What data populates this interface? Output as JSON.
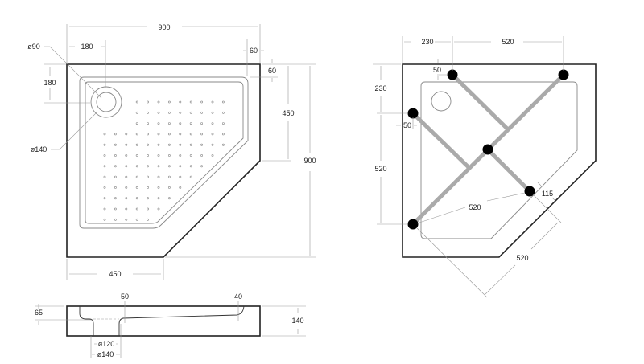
{
  "top_view": {
    "dim_width": "900",
    "dim_height": "900",
    "dim_drain_x": "180",
    "dim_drain_y": "180",
    "dim_rim_x": "60",
    "dim_rim_y": "60",
    "dim_side_right": "450",
    "dim_side_bottom": "450",
    "dim_drain_inner": "ø90",
    "dim_drain_outer": "ø140"
  },
  "frame_view": {
    "dim_top_left": "230",
    "dim_top_span": "520",
    "dim_left_top": "230",
    "dim_left_span": "520",
    "dim_foot_offset_top": "50",
    "dim_foot_offset_left": "50",
    "dim_diag": "520",
    "dim_115": "115",
    "dim_bottom_diag": "520"
  },
  "side_view": {
    "dim_65": "65",
    "dim_50": "50",
    "dim_40": "40",
    "dim_140": "140",
    "dim_d120": "ø120",
    "dim_d140": "ø140"
  }
}
